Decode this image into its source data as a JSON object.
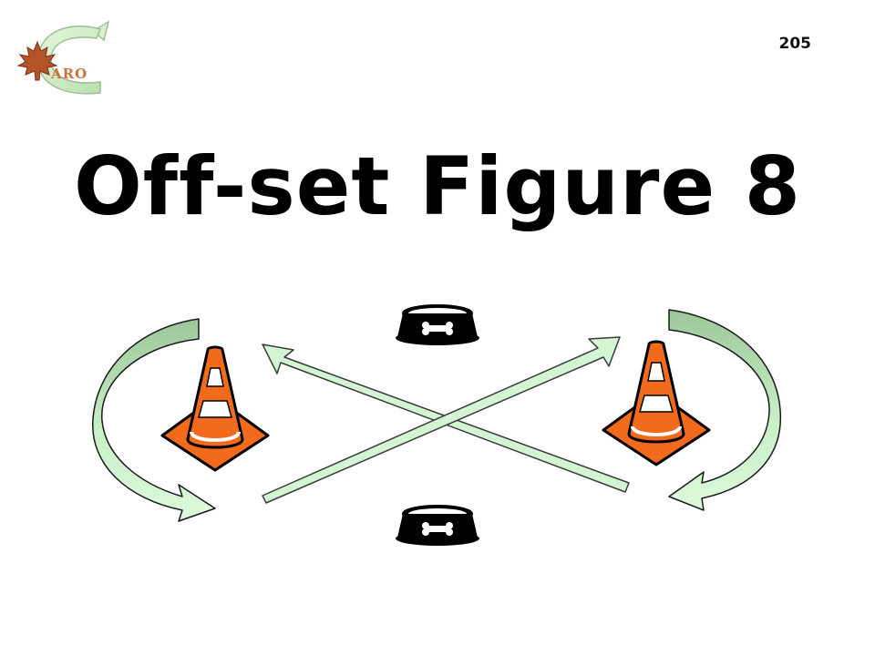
{
  "slide": {
    "page_number": "205",
    "title": "Off-set Figure 8"
  },
  "logo": {
    "text": "ARO",
    "icon": "maple-leaf-icon",
    "arrow_icon": "curved-return-arrow-icon"
  },
  "diagram": {
    "cones": [
      "traffic-cone-icon",
      "traffic-cone-icon"
    ],
    "bowls": [
      "dog-bowl-icon",
      "dog-bowl-icon"
    ],
    "colors": {
      "cone_orange": "#f26a1b",
      "arrow_green": "#c9f2c9",
      "arrow_dark_green": "#9ec99e",
      "outline": "#000000"
    }
  }
}
